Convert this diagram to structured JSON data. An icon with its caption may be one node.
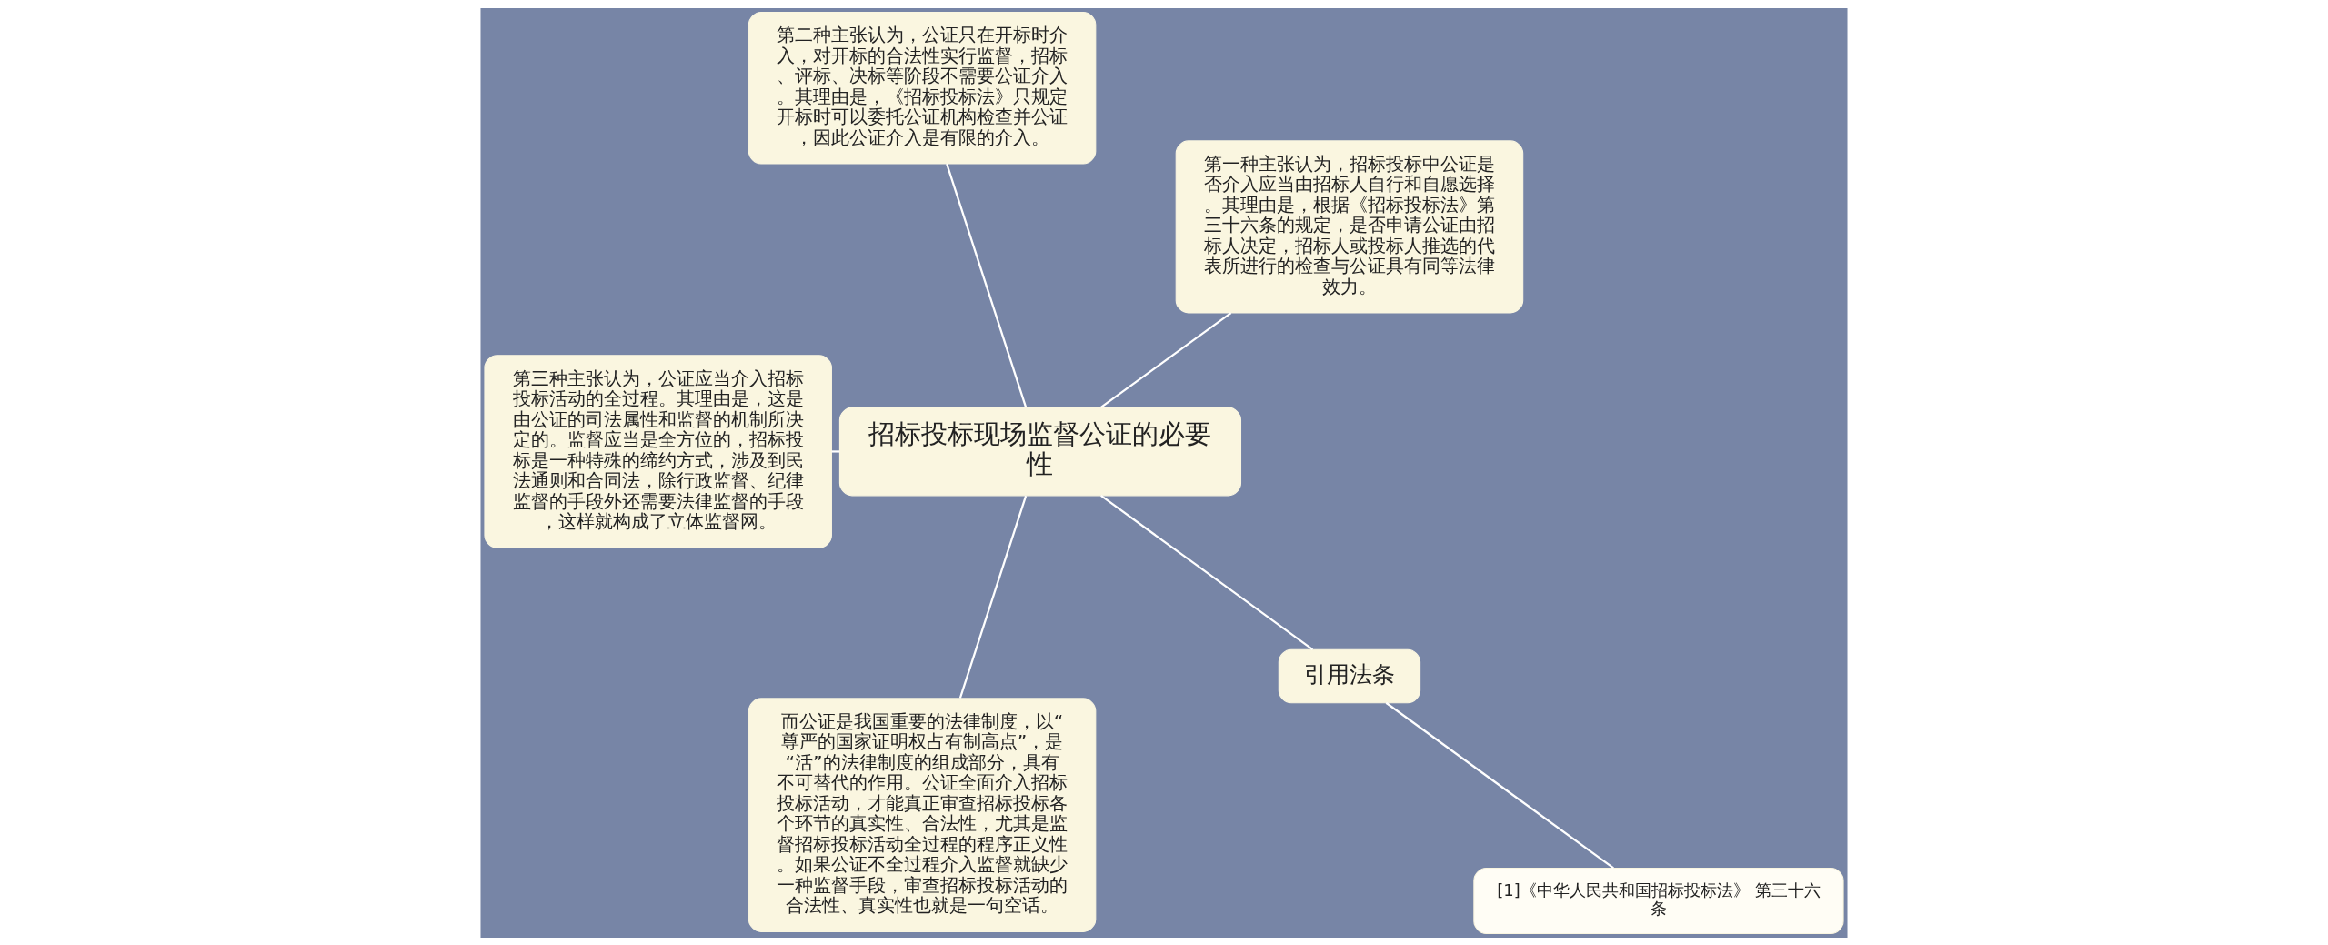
{
  "diagram": {
    "nodes": [
      {
        "text": [
          "招标投标现场监督公证的必要性"
        ]
      },
      {
        "text": [
          "第一种主张认为，招标投标中公证是否介入应当由招标人自行和自愿选择。其理由是，根据《招标投标法》第三十六条的规定，是否申请公证由招标人决定，招标人或投标人推选的代表所进行的检查与公证具有同等法律效力。"
        ]
      },
      {
        "text": [
          "第二种主张认为，公证只在开标时介入，对开标的合法性实行监督，招标、评标、决标等阶段不需要公证介入。其理由是，《招标投标法》只规定开标时可以委托公证机构检查并公证，因此公证介入是有限的介入。"
        ]
      },
      {
        "text": [
          "第三种主张认为，公证应当介入招标投标活动的全过程。其理由是，这是由公证的司法属性和监督的机制所决定的。监督应当是全方位的，招标投标是一种特殊的缔约方式，涉及到民法通则和合同法，除行政监督、纪律监督的手段外还需要法律监督的手段，这样就构成了立体监督网。"
        ]
      },
      {
        "text": [
          "而公证是我国重要的法律制度，以“尊严的国家证明权占有制高点”，是“活”的法律制度的组成部分，具有不可替代的作用。公证全面介入招标投标活动，才能真正审查招标投标各个环节的真实性、合法性，尤其是监督招标投标活动全过程的程序正义性。如果公证不全过程介入监督就缺少一种监督手段，审查招标投标活动的合法性、真实性也就是一句空话。"
        ]
      },
      {
        "text": [
          "引用法条"
        ]
      },
      {
        "text": [
          "[1]《中华人民共和国招标投标法》 第三十六条"
        ]
      }
    ],
    "edges": [
      {
        "from": 0,
        "to": 1,
        "arrow": "none"
      },
      {
        "from": 0,
        "to": 2,
        "arrow": "none"
      },
      {
        "from": 0,
        "to": 3,
        "arrow": "none"
      },
      {
        "from": 0,
        "to": 4,
        "arrow": "none"
      },
      {
        "from": 0,
        "to": 5,
        "arrow": "none"
      },
      {
        "from": 5,
        "to": 6,
        "arrow": "none"
      }
    ]
  }
}
